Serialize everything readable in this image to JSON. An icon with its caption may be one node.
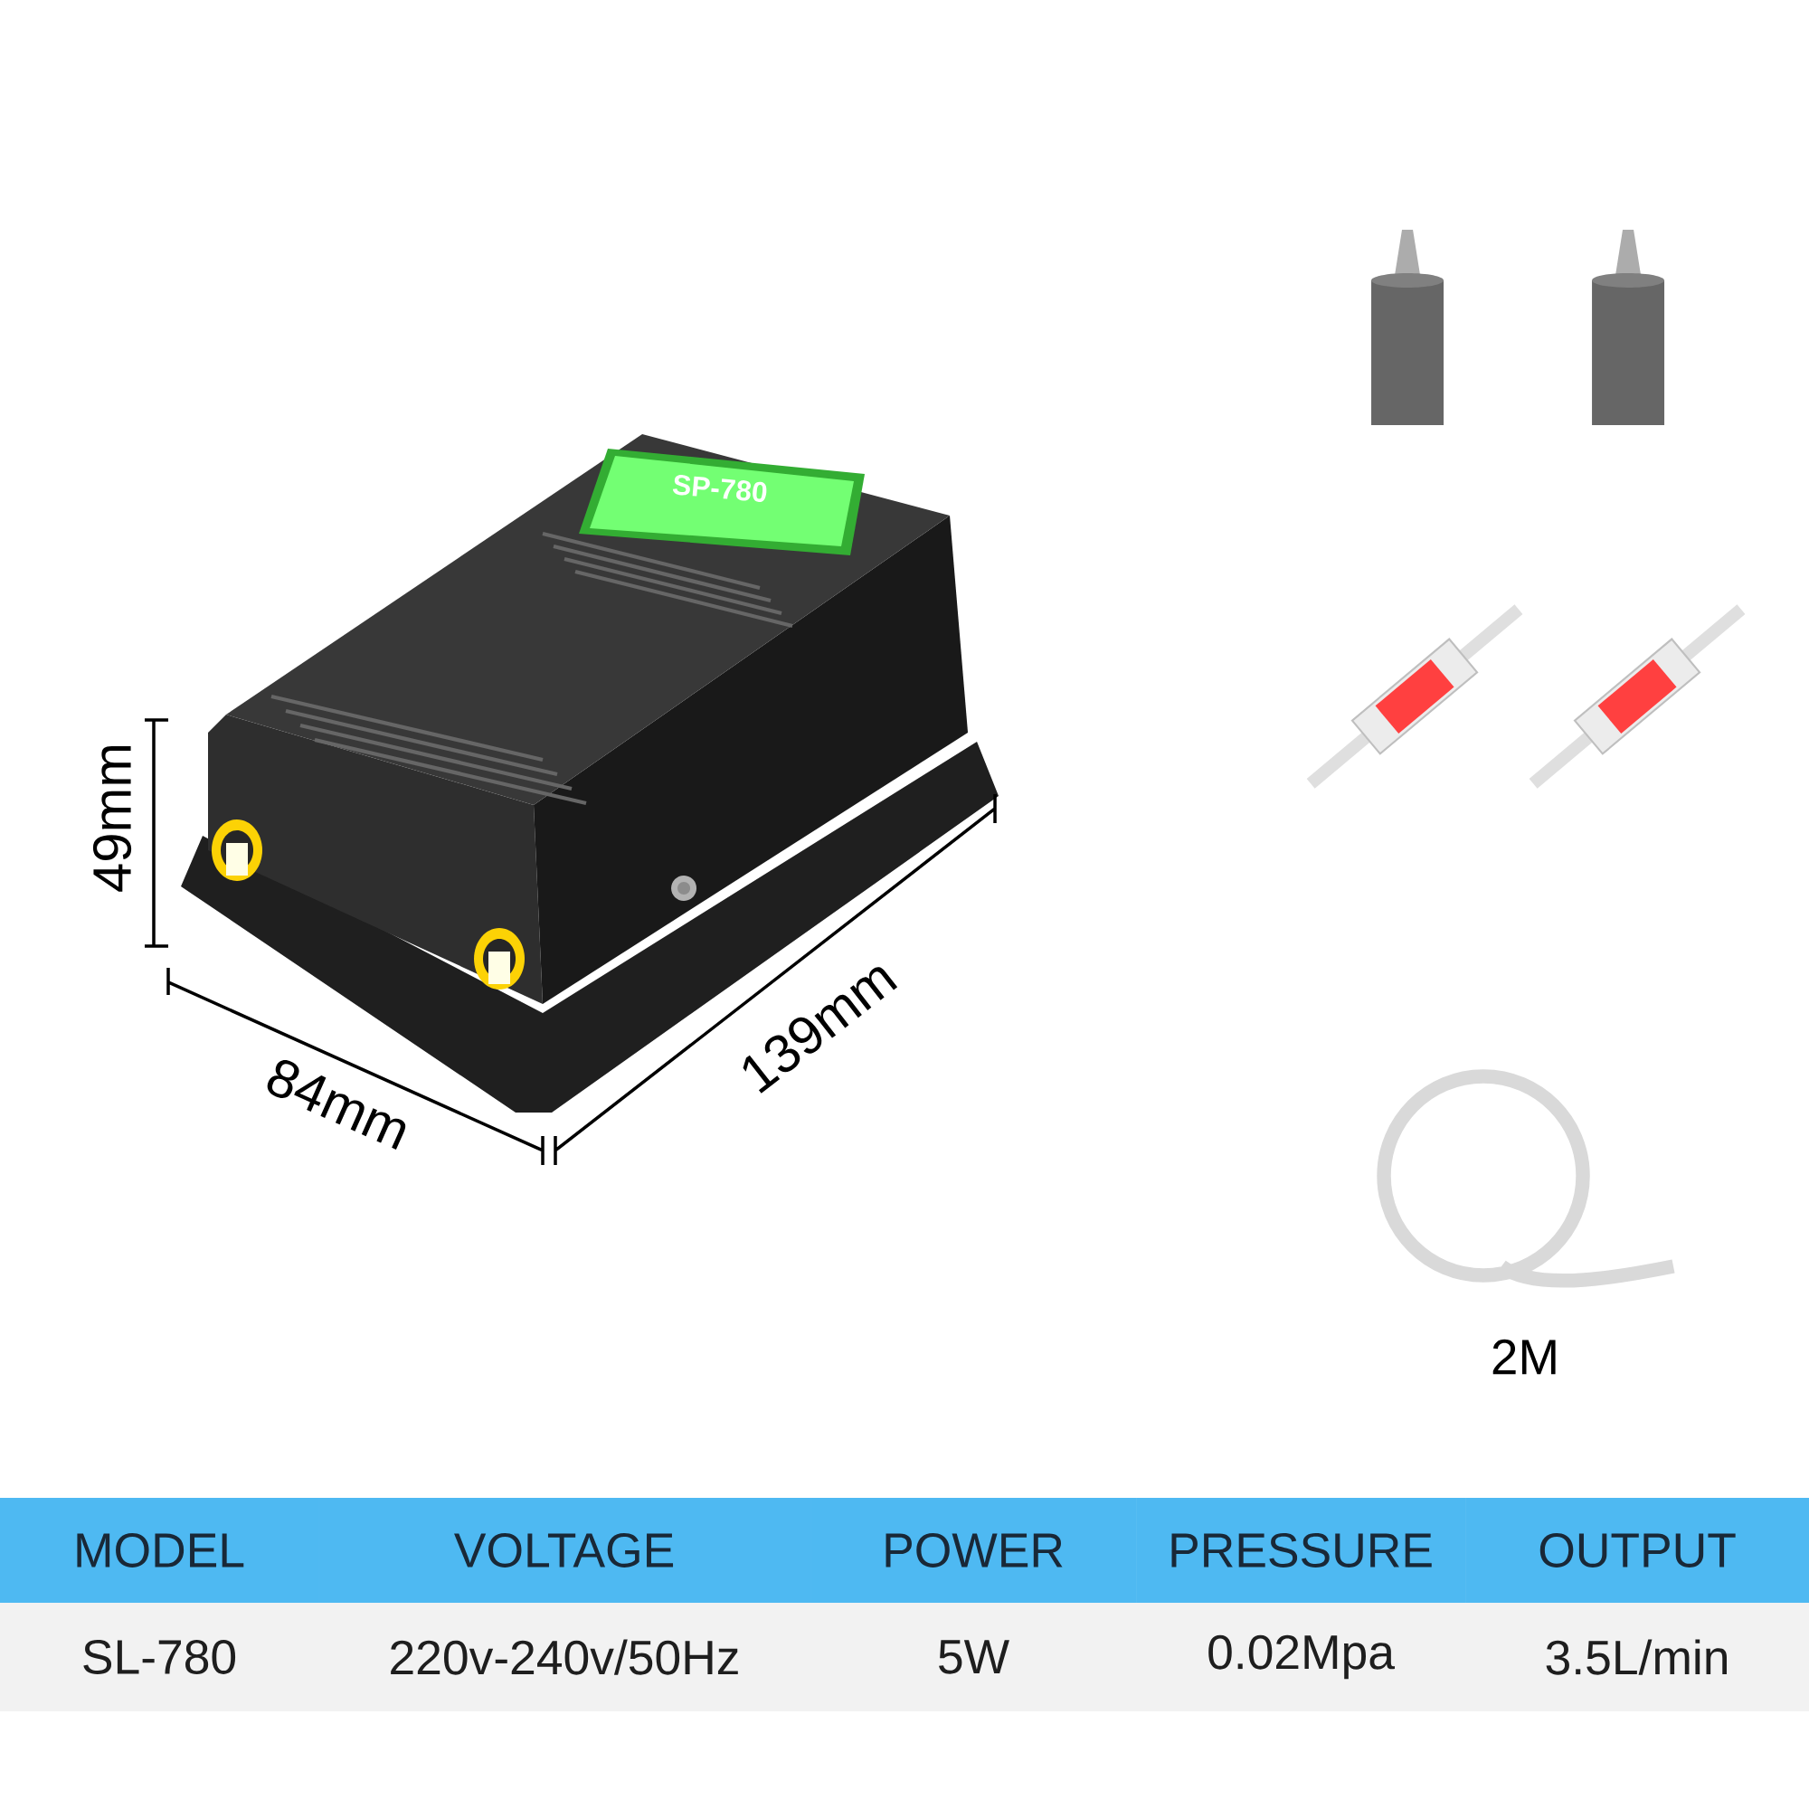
{
  "diagram": {
    "labels": [
      "SP-780",
      "49mm",
      "84mm",
      "139mm",
      "2M",
      "MODEL",
      "VOLTAGE",
      "POWER",
      "PRESSURE",
      "OUTPUT",
      "SL-780",
      "220v-240v/50Hz",
      "5W",
      "0.02Mpa",
      "3.5L/min"
    ]
  }
}
